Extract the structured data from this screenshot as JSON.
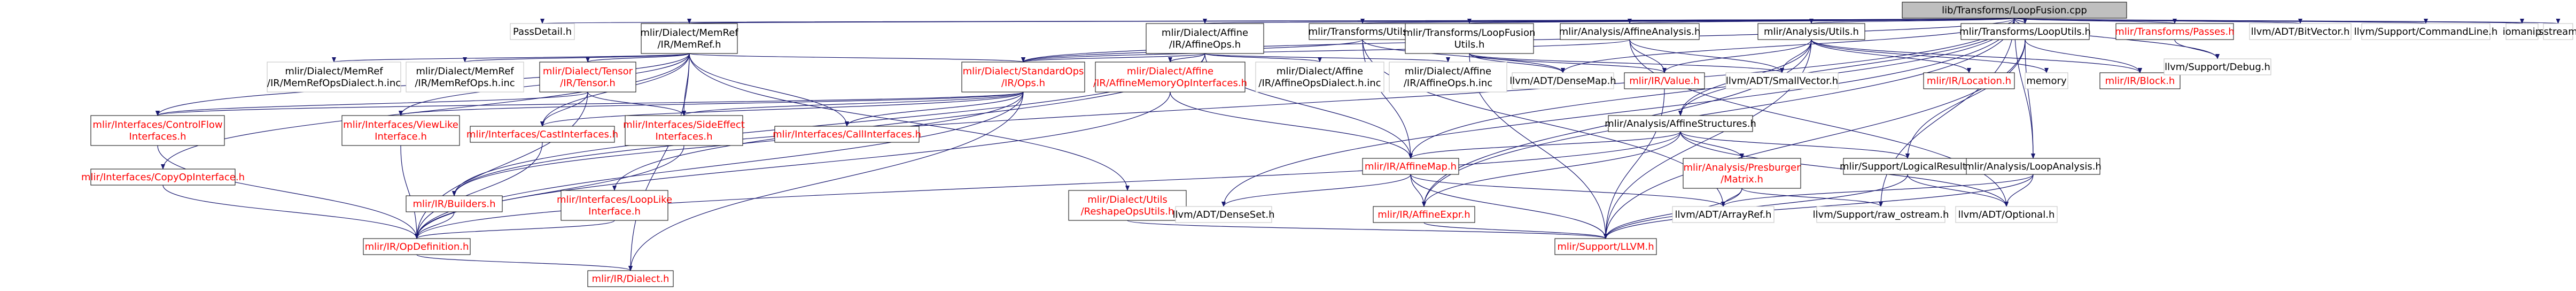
{
  "colors": {
    "root_fill": "#bfbfbf",
    "node_fill": "#ffffff",
    "border": "#000000",
    "border_missing": "#bfbfbf",
    "edge": "#191970",
    "text": "#000000",
    "text_link_red": "#ff0000"
  },
  "nodes": [
    {
      "id": "root",
      "lines": [
        "lib/Transforms/LoopFusion.cpp"
      ],
      "style": "root"
    },
    {
      "id": "passdetail",
      "lines": [
        "PassDetail.h"
      ],
      "style": "missing"
    },
    {
      "id": "memref",
      "lines": [
        "mlir/Dialect/MemRef",
        "/IR/MemRef.h"
      ],
      "style": "normal"
    },
    {
      "id": "affineops",
      "lines": [
        "mlir/Dialect/Affine",
        "/IR/AffineOps.h"
      ],
      "style": "normal"
    },
    {
      "id": "transutils",
      "lines": [
        "mlir/Transforms/Utils.h"
      ],
      "style": "normal"
    },
    {
      "id": "loopfusionutils",
      "lines": [
        "mlir/Transforms/LoopFusion",
        "Utils.h"
      ],
      "style": "normal"
    },
    {
      "id": "affineanalysis",
      "lines": [
        "mlir/Analysis/AffineAnalysis.h"
      ],
      "style": "normal"
    },
    {
      "id": "analysisutils",
      "lines": [
        "mlir/Analysis/Utils.h"
      ],
      "style": "normal"
    },
    {
      "id": "looputils",
      "lines": [
        "mlir/Transforms/LoopUtils.h"
      ],
      "style": "normal"
    },
    {
      "id": "passes",
      "lines": [
        "mlir/Transforms/Passes.h"
      ],
      "style": "red"
    },
    {
      "id": "bitvector",
      "lines": [
        "llvm/ADT/BitVector.h"
      ],
      "style": "missing"
    },
    {
      "id": "commandline",
      "lines": [
        "llvm/Support/CommandLine.h"
      ],
      "style": "missing"
    },
    {
      "id": "iomanip",
      "lines": [
        "iomanip"
      ],
      "style": "missing"
    },
    {
      "id": "sstream",
      "lines": [
        "sstream"
      ],
      "style": "missing"
    },
    {
      "id": "memrefdialect",
      "lines": [
        "mlir/Dialect/MemRef",
        "/IR/MemRefOpsDialect.h.inc"
      ],
      "style": "missing"
    },
    {
      "id": "memrefops",
      "lines": [
        "mlir/Dialect/MemRef",
        "/IR/MemRefOps.h.inc"
      ],
      "style": "missing"
    },
    {
      "id": "tensor",
      "lines": [
        "mlir/Dialect/Tensor",
        "/IR/Tensor.h"
      ],
      "style": "red"
    },
    {
      "id": "stdops",
      "lines": [
        "mlir/Dialect/StandardOps",
        "/IR/Ops.h"
      ],
      "style": "red"
    },
    {
      "id": "affinememops",
      "lines": [
        "mlir/Dialect/Affine",
        "/IR/AffineMemoryOpInterfaces.h"
      ],
      "style": "red"
    },
    {
      "id": "affineopsdialect",
      "lines": [
        "mlir/Dialect/Affine",
        "/IR/AffineOpsDialect.h.inc"
      ],
      "style": "missing"
    },
    {
      "id": "affineopsinc",
      "lines": [
        "mlir/Dialect/Affine",
        "/IR/AffineOps.h.inc"
      ],
      "style": "missing"
    },
    {
      "id": "densemap",
      "lines": [
        "llvm/ADT/DenseMap.h"
      ],
      "style": "missing"
    },
    {
      "id": "value",
      "lines": [
        "mlir/IR/Value.h"
      ],
      "style": "red"
    },
    {
      "id": "smallvector",
      "lines": [
        "llvm/ADT/SmallVector.h"
      ],
      "style": "missing"
    },
    {
      "id": "location",
      "lines": [
        "mlir/IR/Location.h"
      ],
      "style": "red"
    },
    {
      "id": "memory",
      "lines": [
        "memory"
      ],
      "style": "missing"
    },
    {
      "id": "block",
      "lines": [
        "mlir/IR/Block.h"
      ],
      "style": "red"
    },
    {
      "id": "debug",
      "lines": [
        "llvm/Support/Debug.h"
      ],
      "style": "missing"
    },
    {
      "id": "controlflow",
      "lines": [
        "mlir/Interfaces/ControlFlow",
        "Interfaces.h"
      ],
      "style": "red"
    },
    {
      "id": "viewlike",
      "lines": [
        "mlir/Interfaces/ViewLike",
        "Interface.h"
      ],
      "style": "red"
    },
    {
      "id": "castinterfaces",
      "lines": [
        "mlir/Interfaces/CastInterfaces.h"
      ],
      "style": "red"
    },
    {
      "id": "sideeffect",
      "lines": [
        "mlir/Interfaces/SideEffect",
        "Interfaces.h"
      ],
      "style": "red"
    },
    {
      "id": "callinterfaces",
      "lines": [
        "mlir/Interfaces/CallInterfaces.h"
      ],
      "style": "red"
    },
    {
      "id": "affinestructures",
      "lines": [
        "mlir/Analysis/AffineStructures.h"
      ],
      "style": "normal"
    },
    {
      "id": "affinemap",
      "lines": [
        "mlir/IR/AffineMap.h"
      ],
      "style": "red"
    },
    {
      "id": "presburger",
      "lines": [
        "mlir/Analysis/Presburger",
        "/Matrix.h"
      ],
      "style": "red"
    },
    {
      "id": "logicalresult",
      "lines": [
        "mlir/Support/LogicalResult.h"
      ],
      "style": "normal"
    },
    {
      "id": "loopanalysis",
      "lines": [
        "mlir/Analysis/LoopAnalysis.h"
      ],
      "style": "normal"
    },
    {
      "id": "copyop",
      "lines": [
        "mlir/Interfaces/CopyOpInterface.h"
      ],
      "style": "red"
    },
    {
      "id": "builders",
      "lines": [
        "mlir/IR/Builders.h"
      ],
      "style": "red"
    },
    {
      "id": "looplike",
      "lines": [
        "mlir/Interfaces/LoopLike",
        "Interface.h"
      ],
      "style": "red"
    },
    {
      "id": "reshapeops",
      "lines": [
        "mlir/Dialect/Utils",
        "/ReshapeOpsUtils.h"
      ],
      "style": "red"
    },
    {
      "id": "denseset",
      "lines": [
        "llvm/ADT/DenseSet.h"
      ],
      "style": "missing"
    },
    {
      "id": "affineexpr",
      "lines": [
        "mlir/IR/AffineExpr.h"
      ],
      "style": "red"
    },
    {
      "id": "arrayref",
      "lines": [
        "llvm/ADT/ArrayRef.h"
      ],
      "style": "missing"
    },
    {
      "id": "rawostream",
      "lines": [
        "llvm/Support/raw_ostream.h"
      ],
      "style": "missing"
    },
    {
      "id": "optional",
      "lines": [
        "llvm/ADT/Optional.h"
      ],
      "style": "missing"
    },
    {
      "id": "opdefinition",
      "lines": [
        "mlir/IR/OpDefinition.h"
      ],
      "style": "red"
    },
    {
      "id": "llvmh",
      "lines": [
        "mlir/Support/LLVM.h"
      ],
      "style": "red"
    },
    {
      "id": "dialect",
      "lines": [
        "mlir/IR/Dialect.h"
      ],
      "style": "red"
    }
  ],
  "edges": [
    [
      "root",
      "passdetail"
    ],
    [
      "root",
      "memref"
    ],
    [
      "root",
      "affineops"
    ],
    [
      "root",
      "transutils"
    ],
    [
      "root",
      "loopfusionutils"
    ],
    [
      "root",
      "affineanalysis"
    ],
    [
      "root",
      "analysisutils"
    ],
    [
      "root",
      "looputils"
    ],
    [
      "root",
      "passes"
    ],
    [
      "root",
      "bitvector"
    ],
    [
      "root",
      "commandline"
    ],
    [
      "root",
      "iomanip"
    ],
    [
      "root",
      "sstream"
    ],
    [
      "root",
      "debug"
    ],
    [
      "root",
      "densemap"
    ],
    [
      "root",
      "affinestructures"
    ],
    [
      "root",
      "loopanalysis"
    ],
    [
      "root",
      "affinemap"
    ],
    [
      "root",
      "builders"
    ],
    [
      "root",
      "denseset"
    ],
    [
      "root",
      "rawostream"
    ],
    [
      "root",
      "stdops"
    ],
    [
      "root",
      "affineexpr"
    ],
    [
      "memref",
      "memrefdialect"
    ],
    [
      "memref",
      "memrefops"
    ],
    [
      "memref",
      "tensor"
    ],
    [
      "memref",
      "stdops"
    ],
    [
      "memref",
      "controlflow"
    ],
    [
      "memref",
      "viewlike"
    ],
    [
      "memref",
      "castinterfaces"
    ],
    [
      "memref",
      "sideeffect"
    ],
    [
      "memref",
      "callinterfaces"
    ],
    [
      "memref",
      "copyop"
    ],
    [
      "memref",
      "reshapeops"
    ],
    [
      "memref",
      "dialect"
    ],
    [
      "affineops",
      "stdops"
    ],
    [
      "affineops",
      "affinememops"
    ],
    [
      "affineops",
      "affineopsdialect"
    ],
    [
      "affineops",
      "affineopsinc"
    ],
    [
      "affineops",
      "affinemap"
    ],
    [
      "affineops",
      "looplike"
    ],
    [
      "affineops",
      "builders"
    ],
    [
      "transutils",
      "stdops"
    ],
    [
      "transutils",
      "densemap"
    ],
    [
      "transutils",
      "affinemap"
    ],
    [
      "transutils",
      "arrayref"
    ],
    [
      "loopfusionutils",
      "densemap"
    ],
    [
      "loopfusionutils",
      "value"
    ],
    [
      "loopfusionutils",
      "smallvector"
    ],
    [
      "loopfusionutils",
      "llvmh"
    ],
    [
      "affineanalysis",
      "value"
    ],
    [
      "affineanalysis",
      "smallvector"
    ],
    [
      "affineanalysis",
      "stdops"
    ],
    [
      "affineanalysis",
      "optional"
    ],
    [
      "analysisutils",
      "affinestructures"
    ],
    [
      "analysisutils",
      "location"
    ],
    [
      "analysisutils",
      "memory"
    ],
    [
      "analysisutils",
      "block"
    ],
    [
      "analysisutils",
      "smallvector"
    ],
    [
      "analysisutils",
      "affineexpr"
    ],
    [
      "analysisutils",
      "value"
    ],
    [
      "analysisutils",
      "llvmh"
    ],
    [
      "looputils",
      "block"
    ],
    [
      "looputils",
      "logicalresult"
    ],
    [
      "looputils",
      "loopanalysis"
    ],
    [
      "looputils",
      "llvmh"
    ],
    [
      "passes",
      "debug"
    ],
    [
      "stdops",
      "controlflow"
    ],
    [
      "stdops",
      "viewlike"
    ],
    [
      "stdops",
      "castinterfaces"
    ],
    [
      "stdops",
      "sideeffect"
    ],
    [
      "stdops",
      "callinterfaces"
    ],
    [
      "stdops",
      "builders"
    ],
    [
      "stdops",
      "opdefinition"
    ],
    [
      "stdops",
      "dialect"
    ],
    [
      "tensor",
      "castinterfaces"
    ],
    [
      "tensor",
      "sideeffect"
    ],
    [
      "tensor",
      "controlflow"
    ],
    [
      "tensor",
      "opdefinition"
    ],
    [
      "affinememops",
      "affinemap"
    ],
    [
      "affinememops",
      "opdefinition"
    ],
    [
      "controlflow",
      "opdefinition"
    ],
    [
      "viewlike",
      "opdefinition"
    ],
    [
      "castinterfaces",
      "opdefinition"
    ],
    [
      "sideeffect",
      "opdefinition"
    ],
    [
      "copyop",
      "opdefinition"
    ],
    [
      "builders",
      "opdefinition"
    ],
    [
      "looplike",
      "opdefinition"
    ],
    [
      "affinestructures",
      "affinemap"
    ],
    [
      "affinestructures",
      "presburger"
    ],
    [
      "affinestructures",
      "logicalresult"
    ],
    [
      "affinestructures",
      "affineexpr"
    ],
    [
      "affinestructures",
      "optional"
    ],
    [
      "affinestructures",
      "opdefinition"
    ],
    [
      "affinemap",
      "denseset"
    ],
    [
      "affinemap",
      "affineexpr"
    ],
    [
      "affinemap",
      "arrayref"
    ],
    [
      "affinemap",
      "llvmh"
    ],
    [
      "presburger",
      "arrayref"
    ],
    [
      "presburger",
      "rawostream"
    ],
    [
      "presburger",
      "llvmh"
    ],
    [
      "logicalresult",
      "optional"
    ],
    [
      "logicalresult",
      "llvmh"
    ],
    [
      "loopanalysis",
      "arrayref"
    ],
    [
      "loopanalysis",
      "optional"
    ],
    [
      "loopanalysis",
      "llvmh"
    ],
    [
      "affineexpr",
      "llvmh"
    ],
    [
      "reshapeops",
      "llvmh"
    ],
    [
      "opdefinition",
      "dialect"
    ],
    [
      "value",
      "llvmh"
    ]
  ]
}
